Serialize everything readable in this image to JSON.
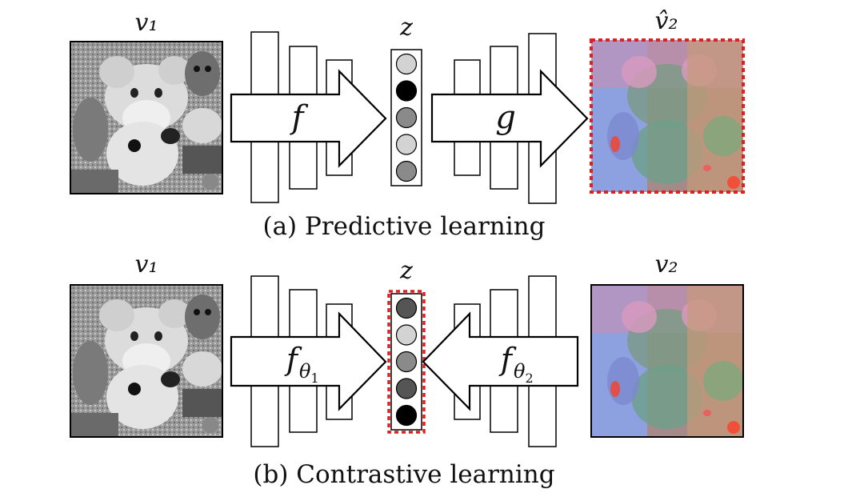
{
  "diagram": {
    "title": "Predictive vs. contrastive learning",
    "panel_a": {
      "caption": "(a) Predictive learning",
      "input_label": "v₁",
      "output_label": "v̂₂",
      "latent_label": "z",
      "encoder_label": "f",
      "decoder_label": "g",
      "latent_units": [
        "#d3d3d3",
        "#000000",
        "#8a8a8a",
        "#d3d3d3",
        "#8a8a8a"
      ]
    },
    "panel_b": {
      "caption": "(b) Contrastive learning",
      "input_label": "v₁",
      "output_label": "v₂",
      "latent_label": "z",
      "encoder1_base": "f",
      "encoder1_sub_base": "θ",
      "encoder1_sub_sub": "1",
      "encoder2_base": "f",
      "encoder2_sub_base": "θ",
      "encoder2_sub_sub": "2",
      "latent_units": [
        "#555555",
        "#d3d3d3",
        "#8a8a8a",
        "#555555",
        "#000000"
      ]
    },
    "colors": {
      "highlight_dashed": "#e02020",
      "bars": "#ffffff",
      "stroke": "#000000"
    }
  }
}
